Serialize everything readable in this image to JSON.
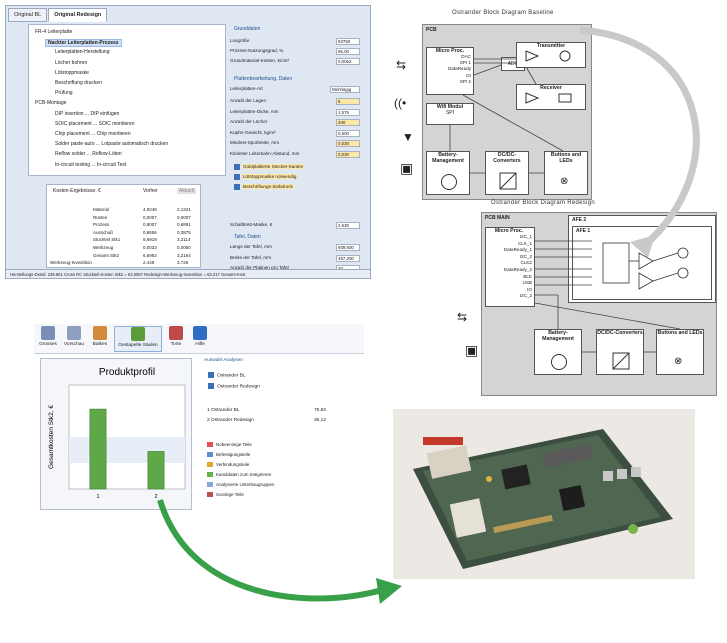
{
  "app1": {
    "tabs": [
      "Original BL",
      "Original Redesign"
    ],
    "tree": [
      {
        "label": "FR-4 Leiterplatte",
        "indent": 0
      },
      {
        "label": "Nackter Leiterplatten-Prozess",
        "indent": 1,
        "selected": true
      },
      {
        "label": "Leiterplatten-Herstellung",
        "indent": 2
      },
      {
        "label": "Löcher bohren",
        "indent": 2
      },
      {
        "label": "Lötstoppmaske",
        "indent": 2
      },
      {
        "label": "Beschriftung drucken",
        "indent": 2
      },
      {
        "label": "Prüfung",
        "indent": 2
      },
      {
        "label": "PCB-Montage",
        "indent": 0
      },
      {
        "label": "DIP insertion ... DIP einfügen",
        "indent": 2
      },
      {
        "label": "SOIC placement ... SOIC montieren",
        "indent": 2
      },
      {
        "label": "Chip placement ... Chip montieren",
        "indent": 2
      },
      {
        "label": "Solder paste-auto ... Lotpaste automatisch drucken",
        "indent": 2
      },
      {
        "label": "Reflow solder ... Reflow-Löten",
        "indent": 2
      },
      {
        "label": "In-circuit testing ... In-circuit Test",
        "indent": 2
      }
    ],
    "costs": {
      "heading": "Kosten-Ergebnisse, €",
      "col1": "Vorher",
      "col2": "Aktuell",
      "rows": [
        [
          "Material",
          "4,9248",
          "2,1341"
        ],
        [
          "Rüsten",
          "0,0007",
          "0,0007"
        ],
        [
          "Prozess",
          "0,8007",
          "0,6891"
        ],
        [
          "Ausschuß",
          "0,8656",
          "0,3875"
        ],
        [
          "Stückteil Stk1",
          "6,6919",
          "3,2114"
        ],
        [
          "Werkzeug",
          "0,0033",
          "0,0050"
        ],
        [
          "Gesamt Stk2",
          "6,6952",
          "3,2164"
        ],
        [
          "Werkzeug-Investition",
          "2.449",
          "3.726"
        ]
      ]
    },
    "params": {
      "section1": "Grunddaten",
      "rows1": [
        [
          "Losgröße",
          "93750"
        ],
        [
          "Prozess-Nutzungsgrad, %",
          "85,00"
        ],
        [
          "Grundmaterial-Kosten, €/cm²",
          "0,0062"
        ]
      ],
      "section2": "Plattenbearbeitung, Daten",
      "type_label": "Leiterplatten-Art",
      "type_value": "Mehrlagig",
      "rows2": [
        [
          "Anzahl der Lagen",
          "6",
          true
        ],
        [
          "Leiterplatten-Dicke, mm",
          "1,575",
          false
        ],
        [
          "Anzahl der Löcher",
          "400",
          true
        ],
        [
          "Kupfer-Gewicht, kg/m²",
          "0,500",
          false
        ],
        [
          "Mindest-Spurbreite, mm",
          "0,030",
          true
        ],
        [
          "Kleinster Leiterbahn-Abstand, mm",
          "0,030",
          true
        ]
      ],
      "checks": [
        "Goldplattierte Stecker-Kanten",
        "Lötstoppmaske notwendig",
        "Beschriftungs-Siebdruck"
      ],
      "mask_label": "Schaltbrett-Maske, €",
      "mask_value": "2.630",
      "section3": "Tafel, Daten",
      "rows3": [
        [
          "Länge der Tafel, mm",
          "609,600"
        ],
        [
          "Breite der Tafel, mm",
          "457,200"
        ],
        [
          "Anzahl der Platinen pro Tafel",
          "20"
        ]
      ]
    },
    "status": "Herstellungs-Detail: 236.801 Cross RC   Stückteil-Kosten Stk2 = €3,0057   Redesign-Werkzeug-Investition = €3.217   Gesamt-Kost"
  },
  "diag1": {
    "title": "Ostrander Block Diagram Baseline",
    "pcb_label": "PCB",
    "micro_title": "Micro Proc.",
    "micro_ports": [
      "DAC",
      "SPI 1",
      "DataReady",
      "IO",
      "SPI 2"
    ],
    "transmitter": "Transmitter",
    "receiver": "Receiver",
    "adc": "ADC",
    "wifi": "Wifi Modul",
    "wifi_port": "SPI",
    "battery": "Battery-Management",
    "dcdc": "DC/DC-Converters",
    "buttons": "Buttons and LEDs"
  },
  "diag2": {
    "title": "Ostrander Block Diagram Redesign",
    "pcb_label": "PCB MAIN",
    "afe2": "AFE 2",
    "afe1": "AFE 1",
    "micro_title": "Micro Proc.",
    "micro_ports": [
      "I2C_1",
      "CLK_1",
      "DataReady_1",
      "I2C_2",
      "CLK2",
      "DataReady_2",
      "BLE",
      "USB",
      "IO",
      "I2C_2"
    ],
    "battery": "Battery-Management",
    "dcdc": "DC/DC-Converters",
    "buttons": "Buttons and LEDs"
  },
  "app2": {
    "toolbar": [
      {
        "label": "Grosses",
        "color": "#7a8fb5"
      },
      {
        "label": "Vorschau",
        "color": "#8e9fbf"
      },
      {
        "label": "Balken",
        "color": "#d18b3a"
      },
      {
        "label": "Gestapelte Säulen",
        "color": "#5a9c3a",
        "active": true
      },
      {
        "label": "Torte",
        "color": "#c04a4a"
      },
      {
        "label": "Hilfe",
        "color": "#2f6dc3"
      }
    ],
    "analysis_title": "Auswahl Analysen",
    "analysis_items": [
      "Ostrander BL",
      "Ostrander Redesign"
    ],
    "results": [
      [
        "1   Ostrander BL",
        "76,82"
      ],
      [
        "2   Ostrander Redesign",
        "36,12"
      ]
    ],
    "legend": [
      {
        "label": "Nobeeninige Teile",
        "color": "#d9534f"
      },
      {
        "label": "Befestigungsteile",
        "color": "#5b8fd0"
      },
      {
        "label": "Verbindungsteile",
        "color": "#e6a33a"
      },
      {
        "label": "Kandidaten zum Integrieren",
        "color": "#66b04a"
      },
      {
        "label": "Analysierte Unterbaugruppen",
        "color": "#8aa8d8"
      },
      {
        "label": "Sonstige Teile",
        "color": "#c0504d"
      }
    ]
  },
  "chart_data": {
    "type": "bar",
    "title": "Produktprofil",
    "ylabel": "Gesamtkosten Stk2, €",
    "xlabel": "",
    "categories": [
      "1",
      "2"
    ],
    "values": [
      76.82,
      36.12
    ],
    "ylim": [
      0,
      100
    ],
    "color": "#5fa847"
  }
}
